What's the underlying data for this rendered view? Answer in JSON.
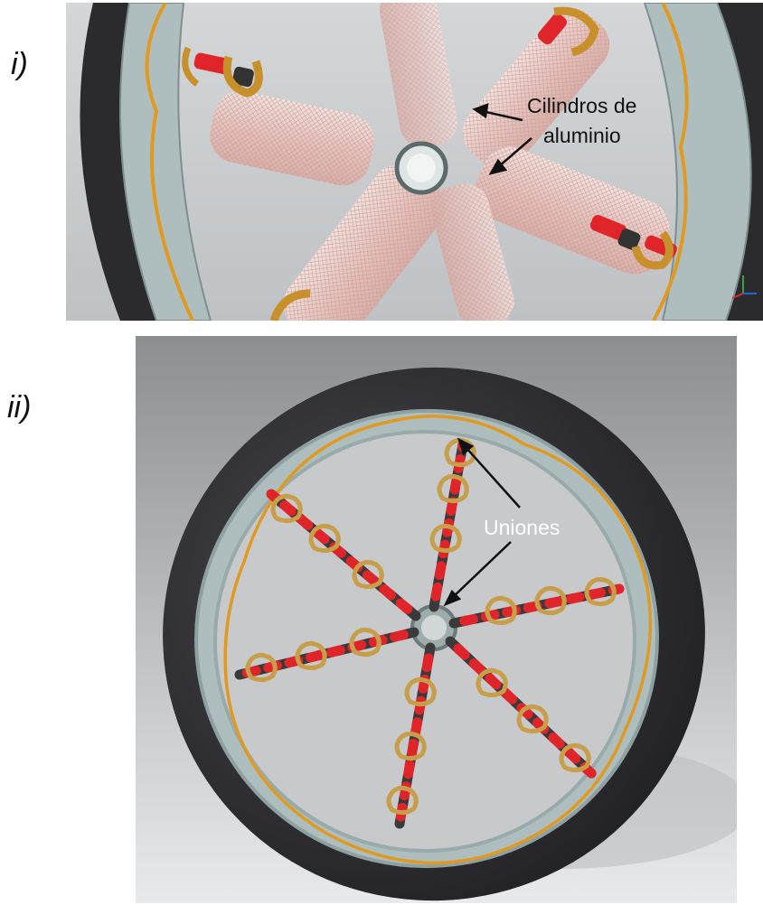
{
  "figure": {
    "panel_i": {
      "label": "i)",
      "callout_line1": "Cilindros de",
      "callout_line2": "aluminio"
    },
    "panel_ii": {
      "label": "ii)",
      "callout": "Uniones"
    }
  },
  "colors": {
    "tire": "#2a2a2c",
    "rim": "#b9c7c8",
    "spring_band": "#e09a22",
    "clamp": "#c8a050",
    "connector_red": "#e0252a",
    "connector_dark": "#3a3a3a",
    "cylinder": "#e8c8c4"
  }
}
